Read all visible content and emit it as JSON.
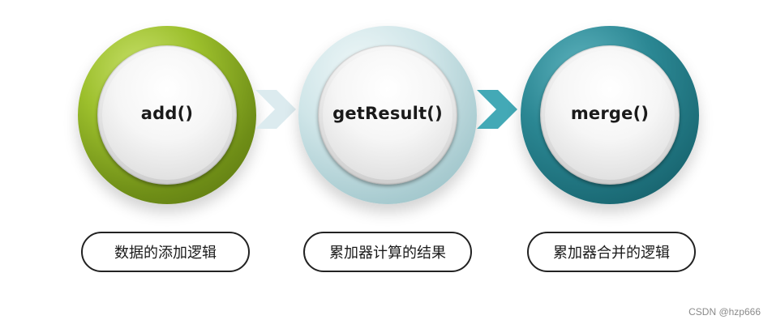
{
  "steps": [
    {
      "method": "add()",
      "description": "数据的添加逻辑",
      "ring_color": "#9cbf2c"
    },
    {
      "method": "getResult()",
      "description": "累加器计算的结果",
      "ring_color": "#cfe5e8"
    },
    {
      "method": "merge()",
      "description": "累加器合并的逻辑",
      "ring_color": "#2b8793"
    }
  ],
  "arrows": [
    {
      "icon": "chevron-right-icon",
      "color": "#dcebef"
    },
    {
      "icon": "chevron-right-icon",
      "color": "#43a9b6"
    }
  ],
  "watermark": "CSDN @hzp666"
}
